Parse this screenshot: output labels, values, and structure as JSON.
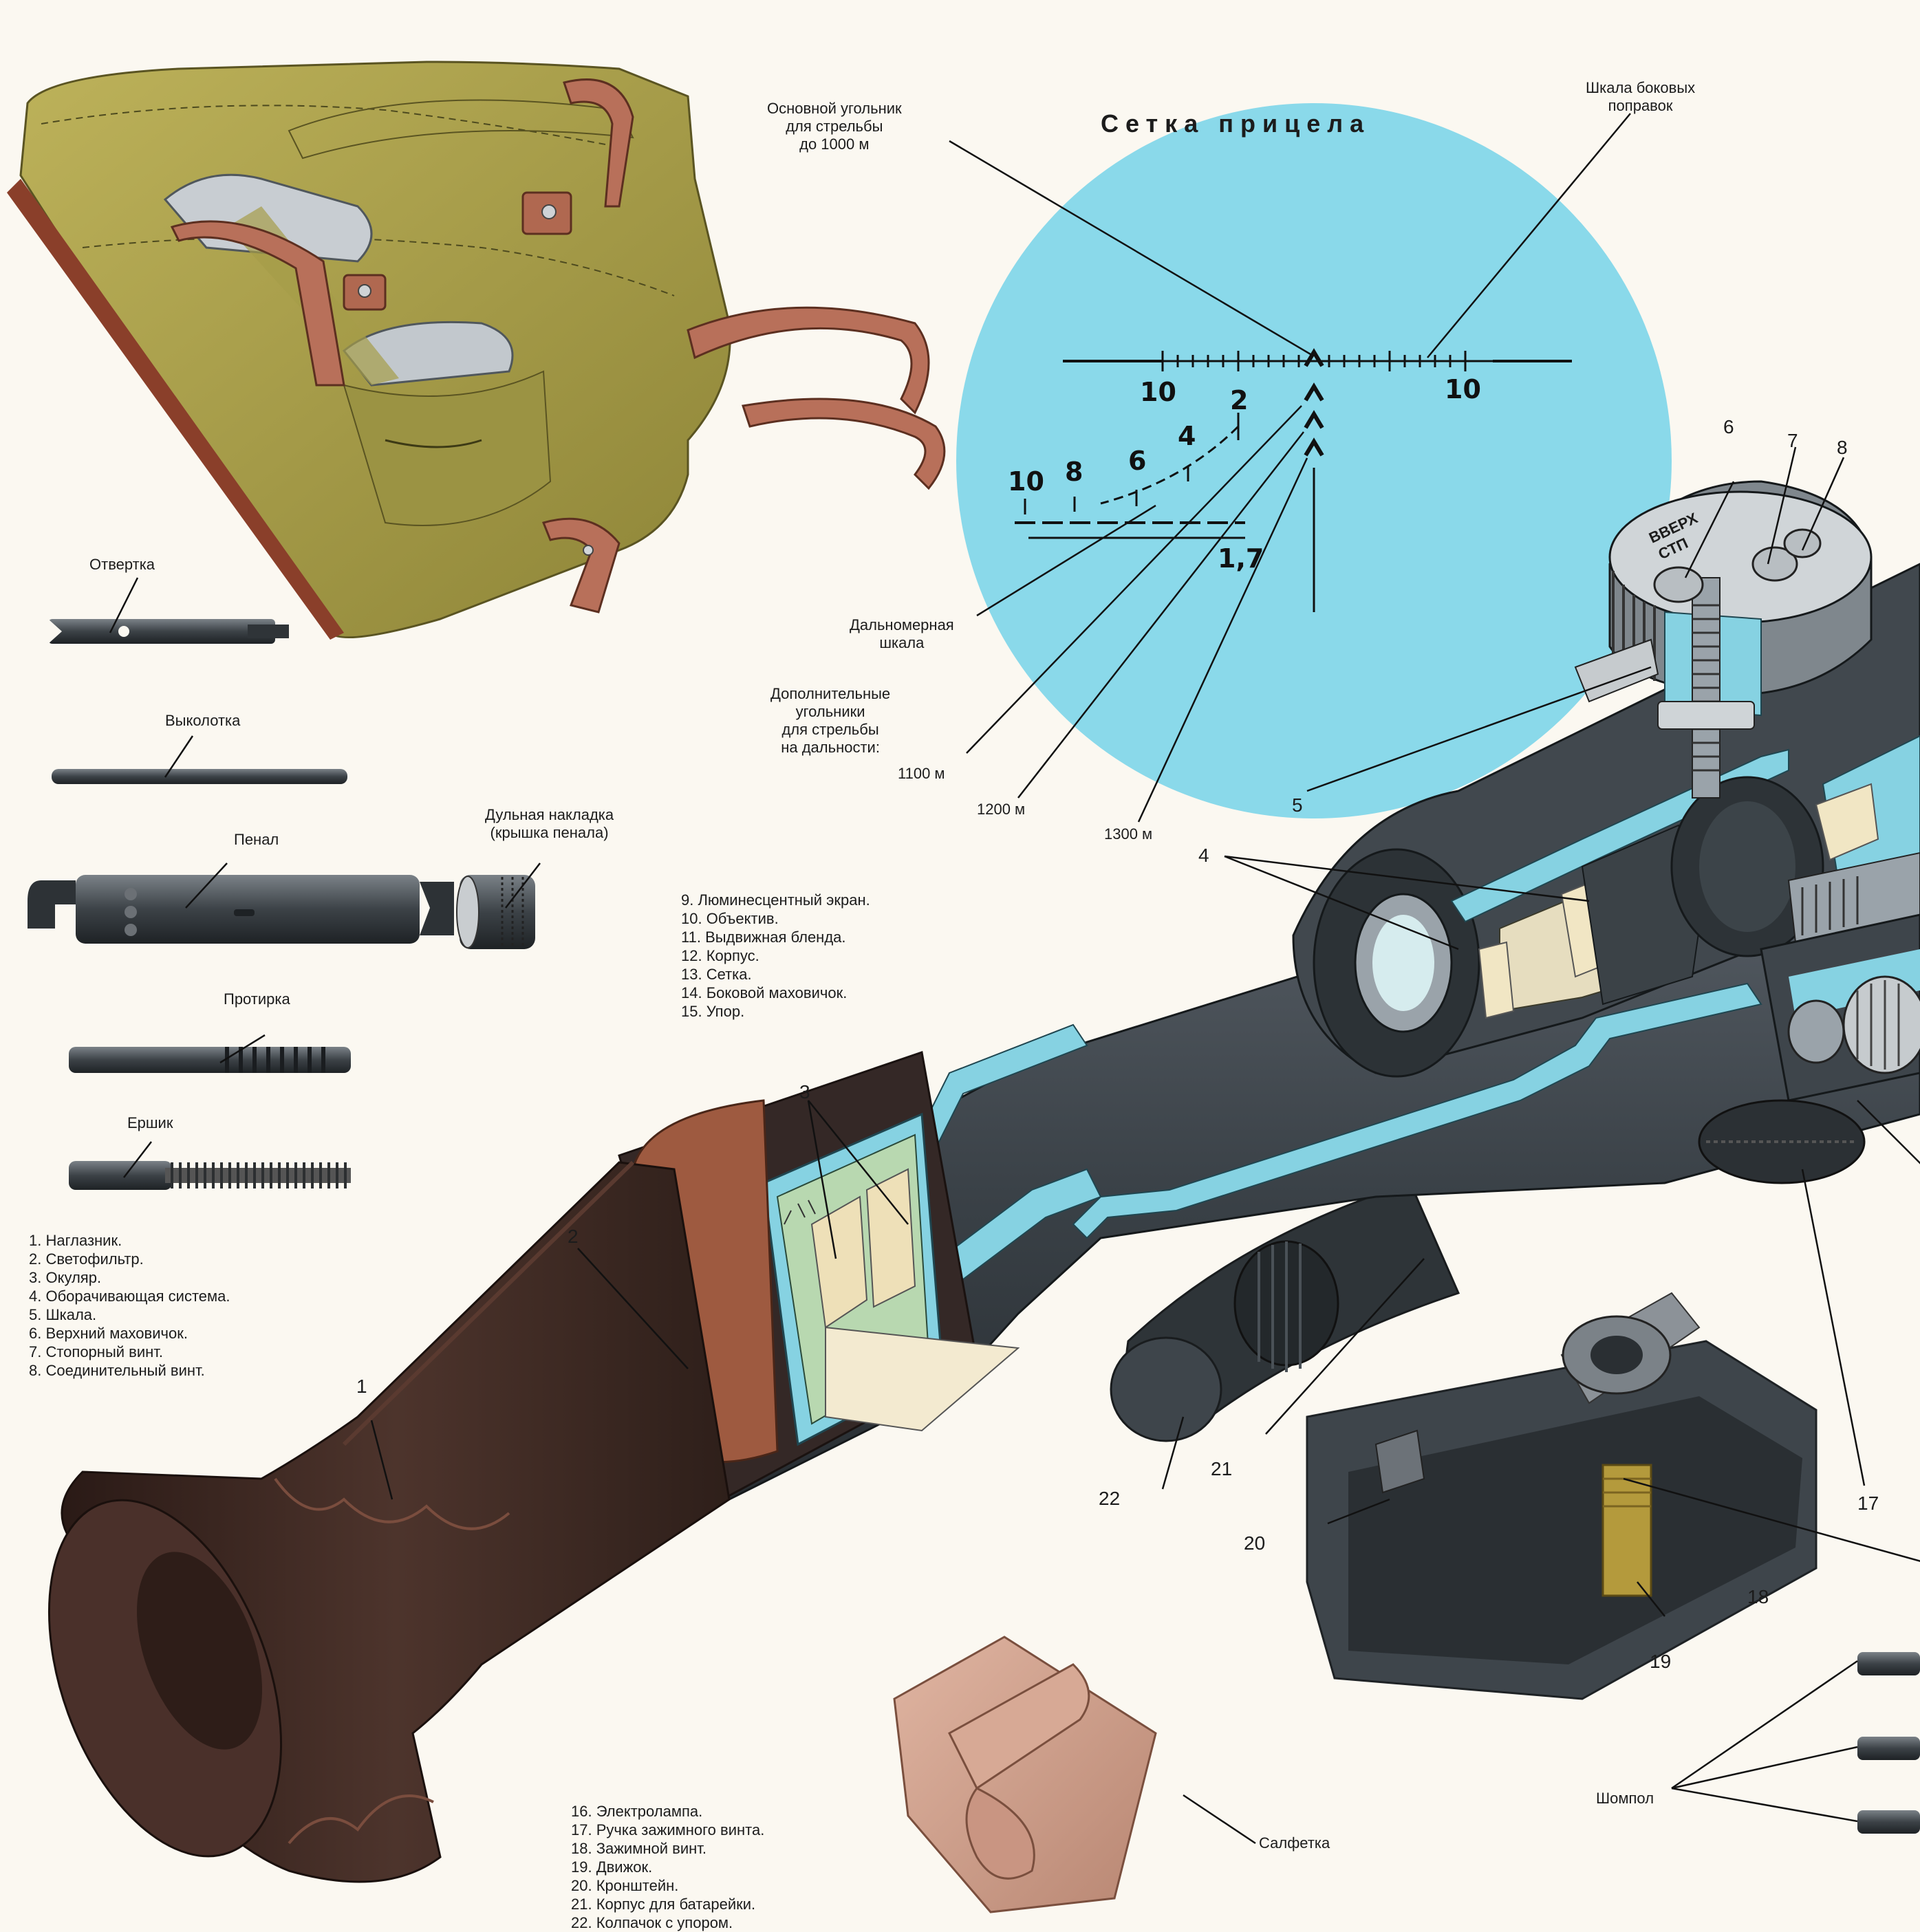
{
  "reticle": {
    "title": "Сетка прицела",
    "main_chevron_label": "Основной угольник\nдля стрельбы\nдо 1000 м",
    "side_scale_label": "Шкала боковых\nпоправок",
    "range_scale_label": "Дальномерная\nшкала",
    "extra_chevrons_label": "Дополнительные\nугольники\nдля стрельбы\nна дальности:",
    "range_1100": "1100 м",
    "range_1200": "1200 м",
    "range_1300": "1300 м",
    "scale_left_10": "10",
    "scale_right_10": "10",
    "rf_2": "2",
    "rf_4": "4",
    "rf_6": "6",
    "rf_8": "8",
    "rf_10": "10",
    "rf_base": "1,7",
    "colors": {
      "circle": "#8ad9ea",
      "ink": "#111111"
    }
  },
  "tools": {
    "screwdriver": "Отвертка",
    "punch": "Выколотка",
    "case": "Пенал",
    "muzzle_cap": "Дульная накладка\n(крышка пенала)",
    "wiper": "Протирка",
    "brush": "Ершик",
    "rod": "Шомпол",
    "cloth": "Салфетка"
  },
  "legend_a": [
    "1.  Наглазник.",
    "2.  Светофильтр.",
    "3.  Окуляр.",
    "4.  Оборачивающая система.",
    "5.  Шкала.",
    "6.  Верхний маховичок.",
    "7.  Стопорный винт.",
    "8.  Соединительный винт."
  ],
  "legend_b": [
    "9.  Люминесцентный экран.",
    "10.  Объектив.",
    "11.  Выдвижная бленда.",
    "12.  Корпус.",
    "13.  Сетка.",
    "14.  Боковой маховичок.",
    "15.  Упор."
  ],
  "legend_c": [
    "16.  Электролампа.",
    "17.  Ручка зажимного винта.",
    "18.  Зажимной винт.",
    "19.  Движок.",
    "20.  Кронштейн.",
    "21.  Корпус для батарейки.",
    "22.  Колпачок с упором."
  ],
  "callouts": {
    "n1": "1",
    "n2": "2",
    "n3": "3",
    "n4": "4",
    "n5": "5",
    "n6": "6",
    "n7": "7",
    "n8": "8",
    "n17": "17",
    "n18": "18",
    "n19": "19",
    "n20": "20",
    "n21": "21",
    "n22": "22"
  },
  "turret": {
    "line1": "ВВЕРХ",
    "line2": "СТП"
  },
  "colors": {
    "bag": "#a9a04c",
    "strap": "#b8705a",
    "scope_body": "#3d444b",
    "cutaway": "#86d2e2",
    "eyecup": "#3b2722",
    "filter": "#9e5a40",
    "brass": "#b49a3c"
  }
}
